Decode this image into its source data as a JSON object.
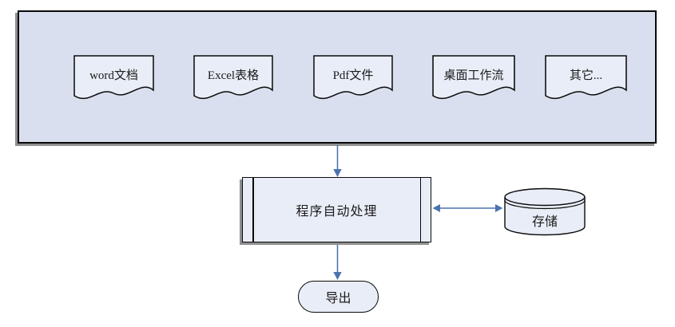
{
  "diagram": {
    "title": "document-processing-flow",
    "sources": {
      "documents": [
        {
          "label": "word文档"
        },
        {
          "label": "Excel表格"
        },
        {
          "label": "Pdf文件"
        },
        {
          "label": "桌面工作流"
        },
        {
          "label": "其它..."
        }
      ]
    },
    "process": {
      "label": "程序自动处理"
    },
    "storage": {
      "label": "存储"
    },
    "export": {
      "label": "导出"
    },
    "connectors": [
      {
        "from": "sources-group",
        "to": "process",
        "direction": "down",
        "heads": 1
      },
      {
        "from": "process",
        "to": "storage",
        "direction": "horizontal",
        "heads": 2
      },
      {
        "from": "process",
        "to": "export",
        "direction": "down",
        "heads": 1
      }
    ]
  },
  "colors": {
    "container_fill": "#d9dfee",
    "shape_fill": "#e9edf8",
    "shape_border": "#0a0a0a",
    "arrow": "#4c74ae",
    "shadow": "#8f8f8f",
    "text": "#1c1c1c",
    "background": "#ffffff"
  }
}
